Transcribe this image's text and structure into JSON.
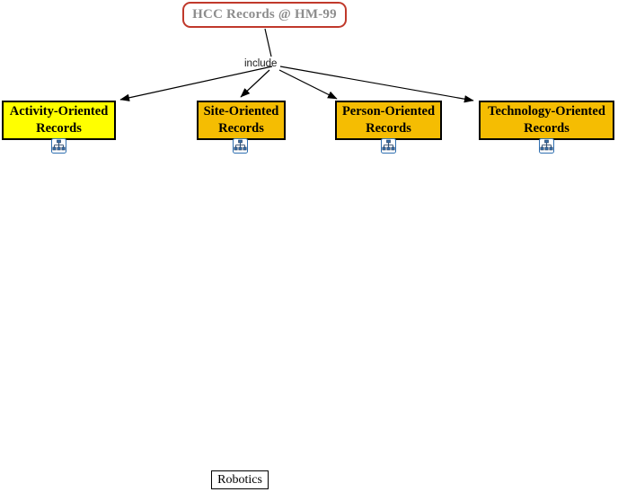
{
  "diagram": {
    "root": {
      "label": "HCC Records @ HM-99",
      "border_color": "#c0392b",
      "text_color": "#8d8d8d",
      "fill_color": "#ffffff"
    },
    "edge_label": "include",
    "children": [
      {
        "label_line1": "Activity-Oriented",
        "label_line2": "Records",
        "fill_color": "#ffff00",
        "border_color": "#000000",
        "icon": "hierarchy-tree-icon"
      },
      {
        "label_line1": "Site-Oriented",
        "label_line2": "Records",
        "fill_color": "#f5bd02",
        "border_color": "#000000",
        "icon": "hierarchy-tree-icon"
      },
      {
        "label_line1": "Person-Oriented",
        "label_line2": "Records",
        "fill_color": "#f5bd02",
        "border_color": "#000000",
        "icon": "hierarchy-tree-icon"
      },
      {
        "label_line1": "Technology-Oriented",
        "label_line2": "Records",
        "fill_color": "#f5bd02",
        "border_color": "#000000",
        "icon": "hierarchy-tree-icon"
      }
    ],
    "footer": {
      "label": "Robotics",
      "border_color": "#000000",
      "fill_color": "#ffffff"
    }
  }
}
